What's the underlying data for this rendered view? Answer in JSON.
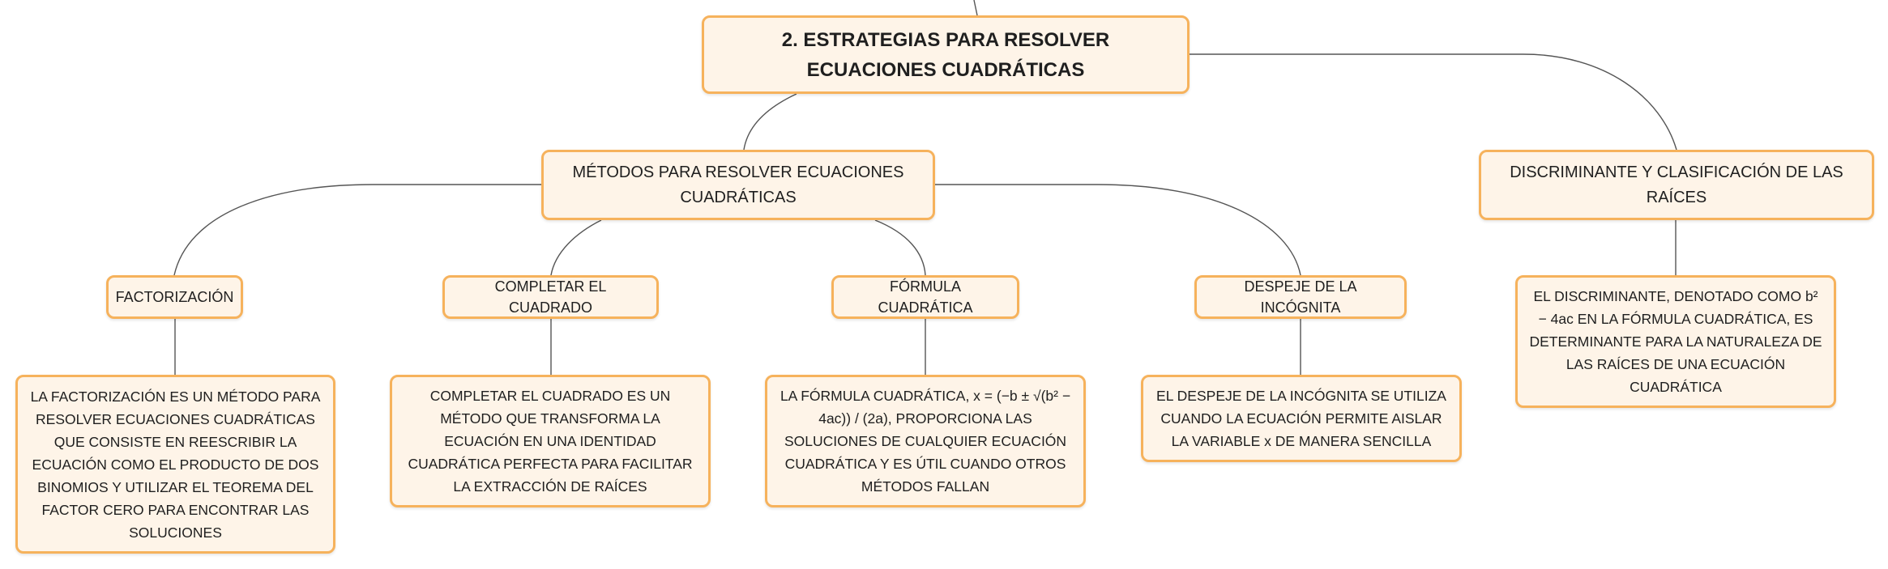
{
  "diagram": {
    "root": {
      "title": "2. ESTRATEGIAS PARA RESOLVER ECUACIONES CUADRÁTICAS"
    },
    "methods": {
      "title": "MÉTODOS PARA RESOLVER ECUACIONES CUADRÁTICAS",
      "items": [
        {
          "title": "FACTORIZACIÓN",
          "description": "LA FACTORIZACIÓN ES UN MÉTODO PARA RESOLVER ECUACIONES CUADRÁTICAS QUE CONSISTE EN REESCRIBIR LA ECUACIÓN COMO EL PRODUCTO DE DOS BINOMIOS Y UTILIZAR EL TEOREMA DEL FACTOR CERO PARA ENCONTRAR LAS SOLUCIONES"
        },
        {
          "title": "COMPLETAR EL CUADRADO",
          "description": "COMPLETAR EL CUADRADO ES UN MÉTODO QUE TRANSFORMA LA ECUACIÓN EN UNA IDENTIDAD CUADRÁTICA PERFECTA PARA FACILITAR LA EXTRACCIÓN DE RAÍCES"
        },
        {
          "title": "FÓRMULA CUADRÁTICA",
          "description": "LA FÓRMULA CUADRÁTICA, x = (−b ± √(b² − 4ac)) / (2a), PROPORCIONA LAS SOLUCIONES DE CUALQUIER ECUACIÓN CUADRÁTICA Y ES ÚTIL CUANDO OTROS MÉTODOS FALLAN"
        },
        {
          "title": "DESPEJE DE LA INCÓGNITA",
          "description": "EL DESPEJE DE LA INCÓGNITA SE UTILIZA CUANDO LA ECUACIÓN PERMITE AISLAR LA VARIABLE x DE MANERA SENCILLA"
        }
      ]
    },
    "discriminant": {
      "title": "DISCRIMINANTE Y CLASIFICACIÓN DE LAS RAÍCES",
      "description": "EL DISCRIMINANTE, DENOTADO COMO b² − 4ac EN LA FÓRMULA CUADRÁTICA, ES DETERMINANTE PARA LA NATURALEZA DE LAS RAÍCES DE UNA ECUACIÓN CUADRÁTICA"
    }
  },
  "colors": {
    "node_fill": "#fef4e8",
    "node_border": "#f6b25c",
    "connector": "#555555"
  }
}
